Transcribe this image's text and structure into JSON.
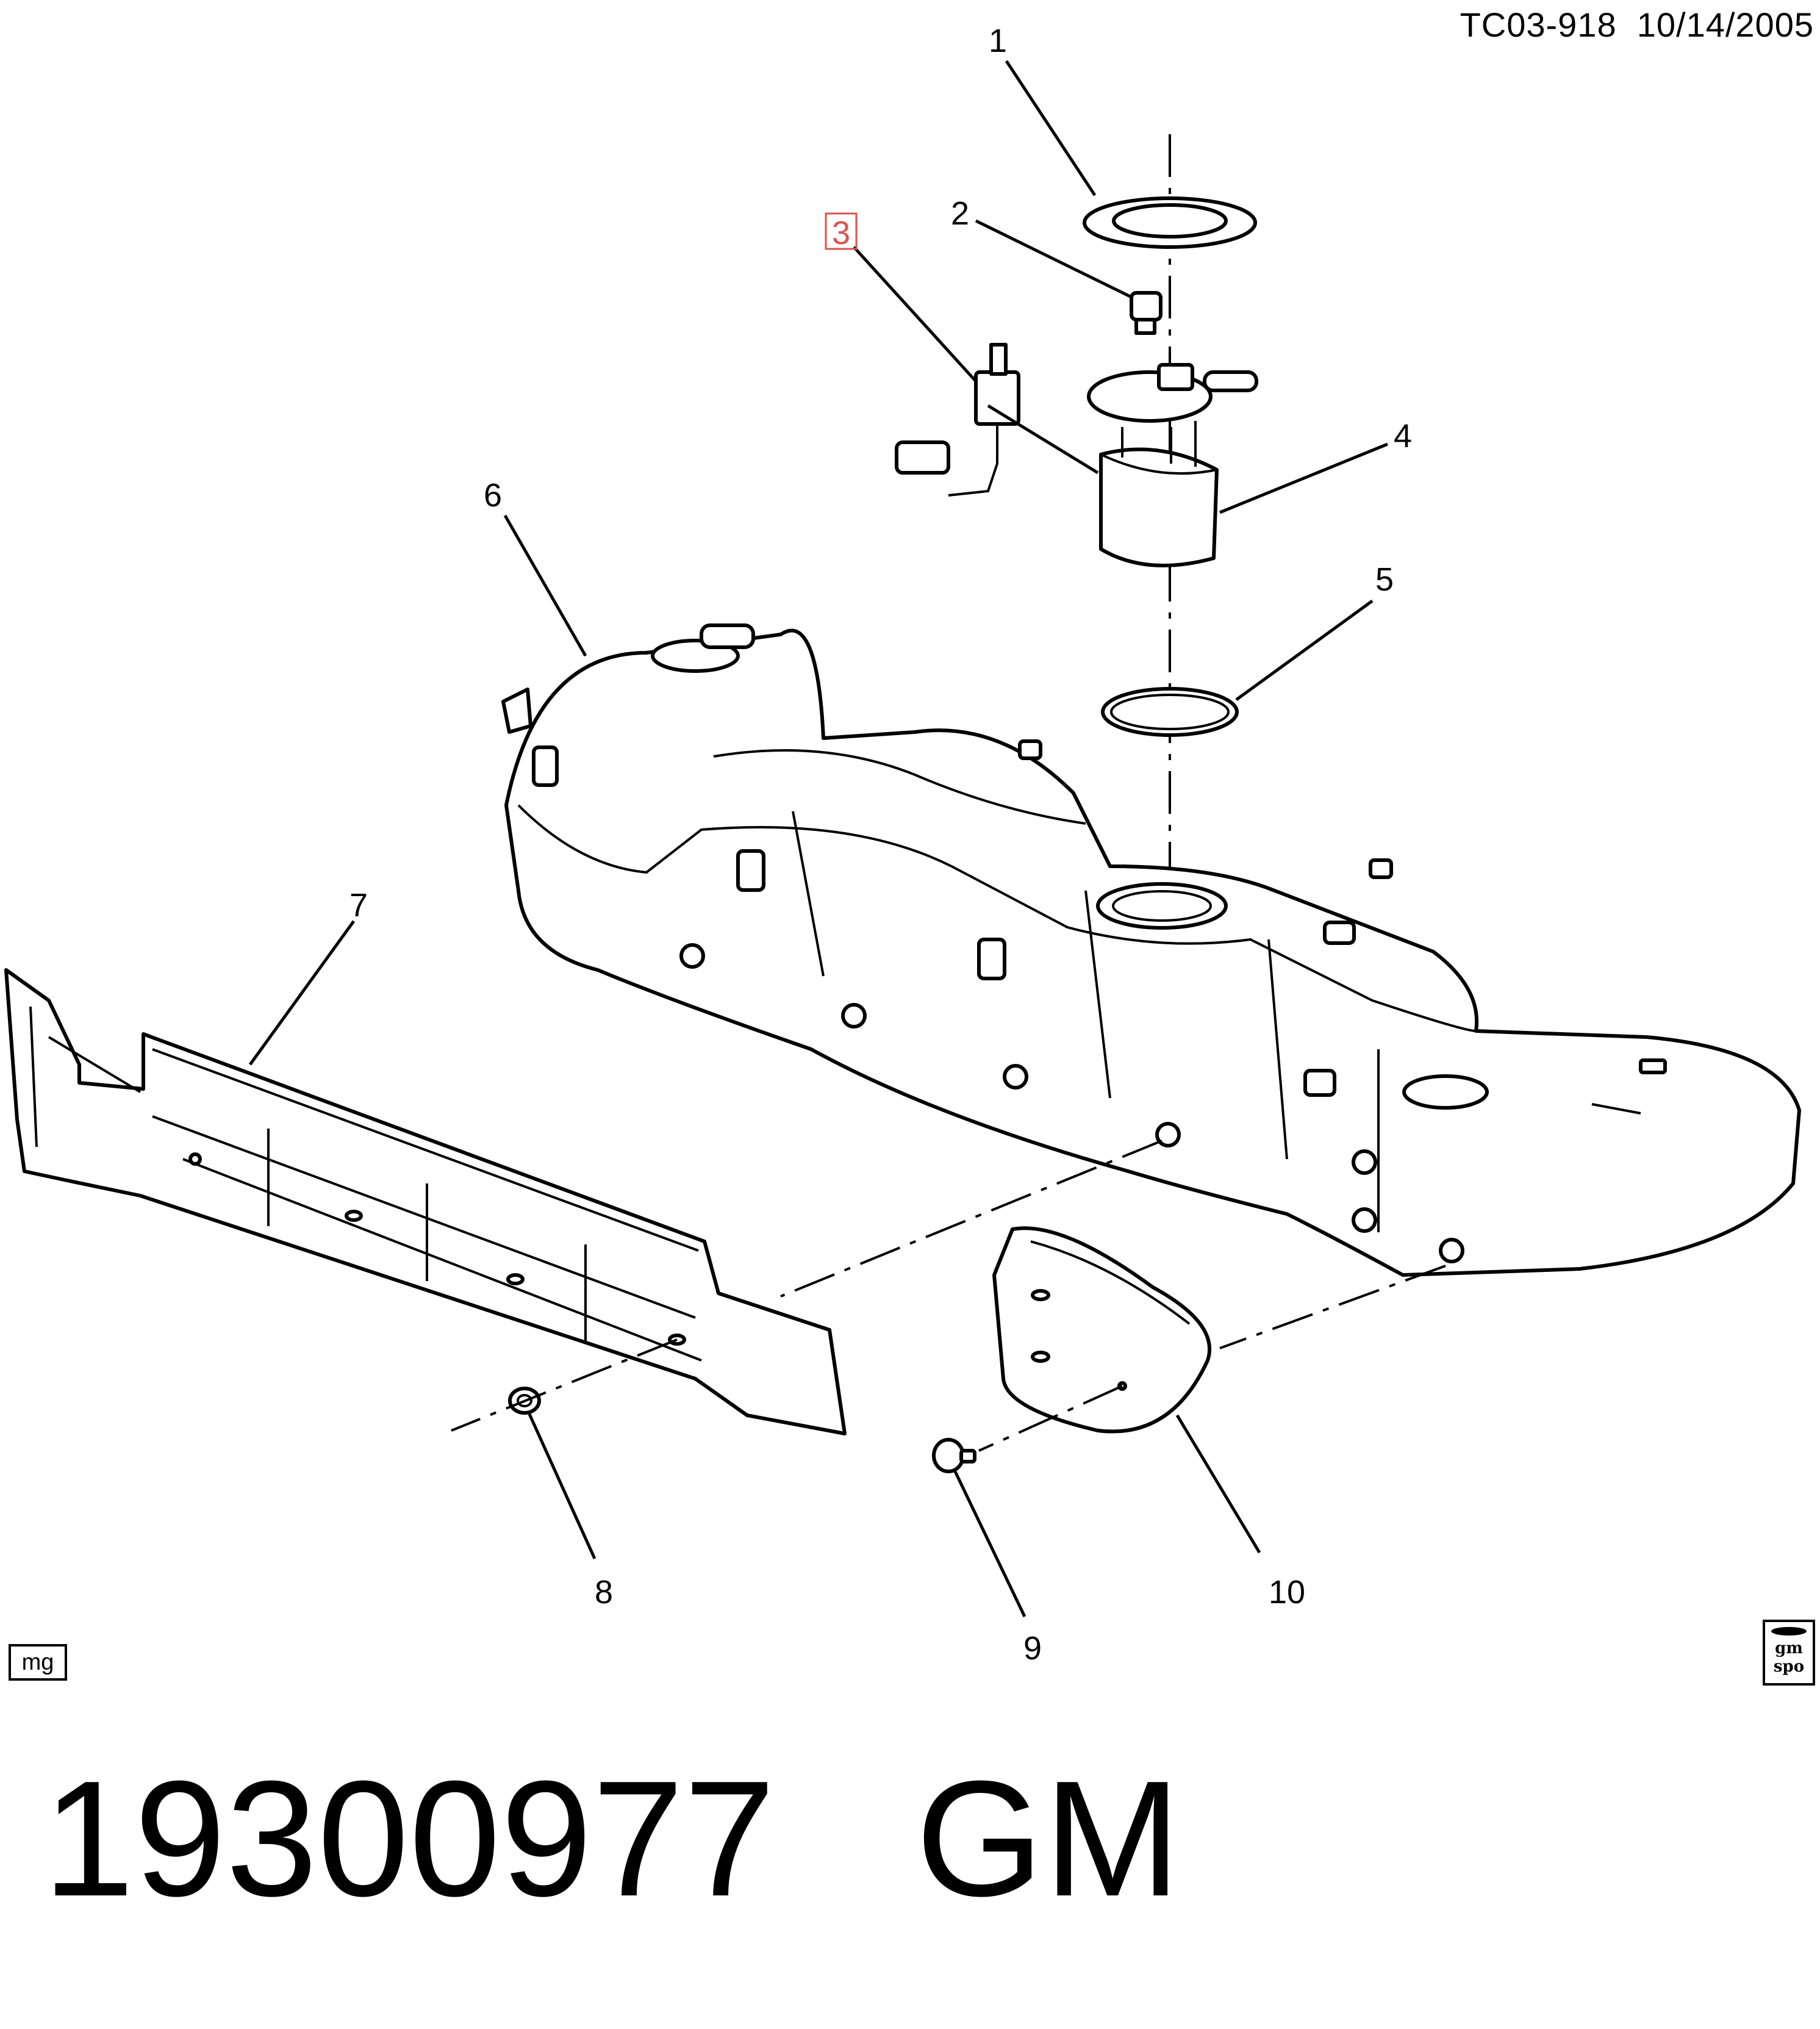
{
  "header": {
    "diagram_id": "TC03-918",
    "date": "10/14/2005"
  },
  "callouts": [
    {
      "id": "1",
      "text": "1",
      "highlighted": false
    },
    {
      "id": "2",
      "text": "2",
      "highlighted": false
    },
    {
      "id": "3",
      "text": "3",
      "highlighted": true
    },
    {
      "id": "4",
      "text": "4",
      "highlighted": false
    },
    {
      "id": "5",
      "text": "5",
      "highlighted": false
    },
    {
      "id": "6",
      "text": "6",
      "highlighted": false
    },
    {
      "id": "7",
      "text": "7",
      "highlighted": false
    },
    {
      "id": "8",
      "text": "8",
      "highlighted": false
    },
    {
      "id": "9",
      "text": "9",
      "highlighted": false
    },
    {
      "id": "10",
      "text": "10",
      "highlighted": false
    }
  ],
  "highlight_color": "#d9534f",
  "corner_badge": "mg",
  "logo": {
    "line1": "gm",
    "line2": "spo"
  },
  "part_number": "19300977",
  "brand": "GM"
}
